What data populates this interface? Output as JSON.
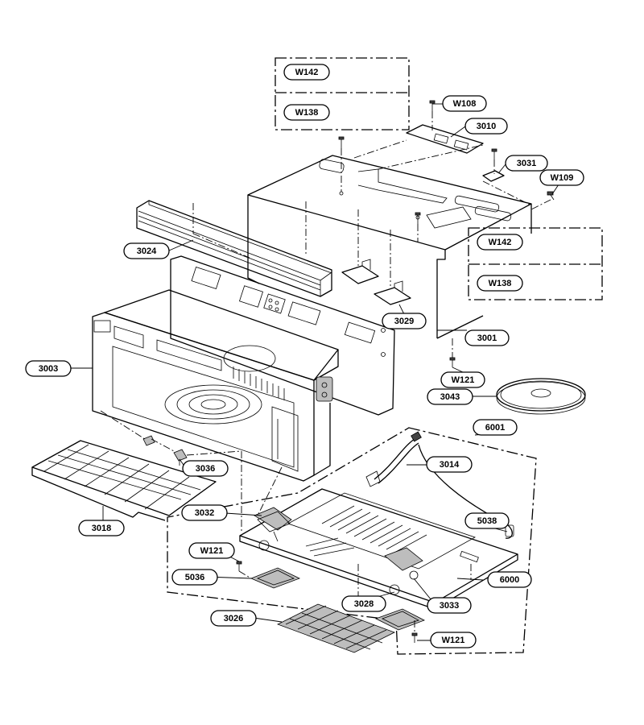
{
  "callouts": {
    "w142_top": "W142",
    "w138_top": "W138",
    "w108": "W108",
    "p3010": "3010",
    "p3031": "3031",
    "w109": "W109",
    "w142_right": "W142",
    "w138_right": "W138",
    "p3024": "3024",
    "p3029": "3029",
    "p3001": "3001",
    "p3003": "3003",
    "w121_a": "W121",
    "p3043": "3043",
    "p6001": "6001",
    "p3014": "3014",
    "p3036": "3036",
    "p3018": "3018",
    "p3032": "3032",
    "p5038": "5038",
    "w121_b": "W121",
    "p5036": "5036",
    "p6000": "6000",
    "p3028": "3028",
    "p3033": "3033",
    "p3026": "3026",
    "w121_c": "W121"
  }
}
